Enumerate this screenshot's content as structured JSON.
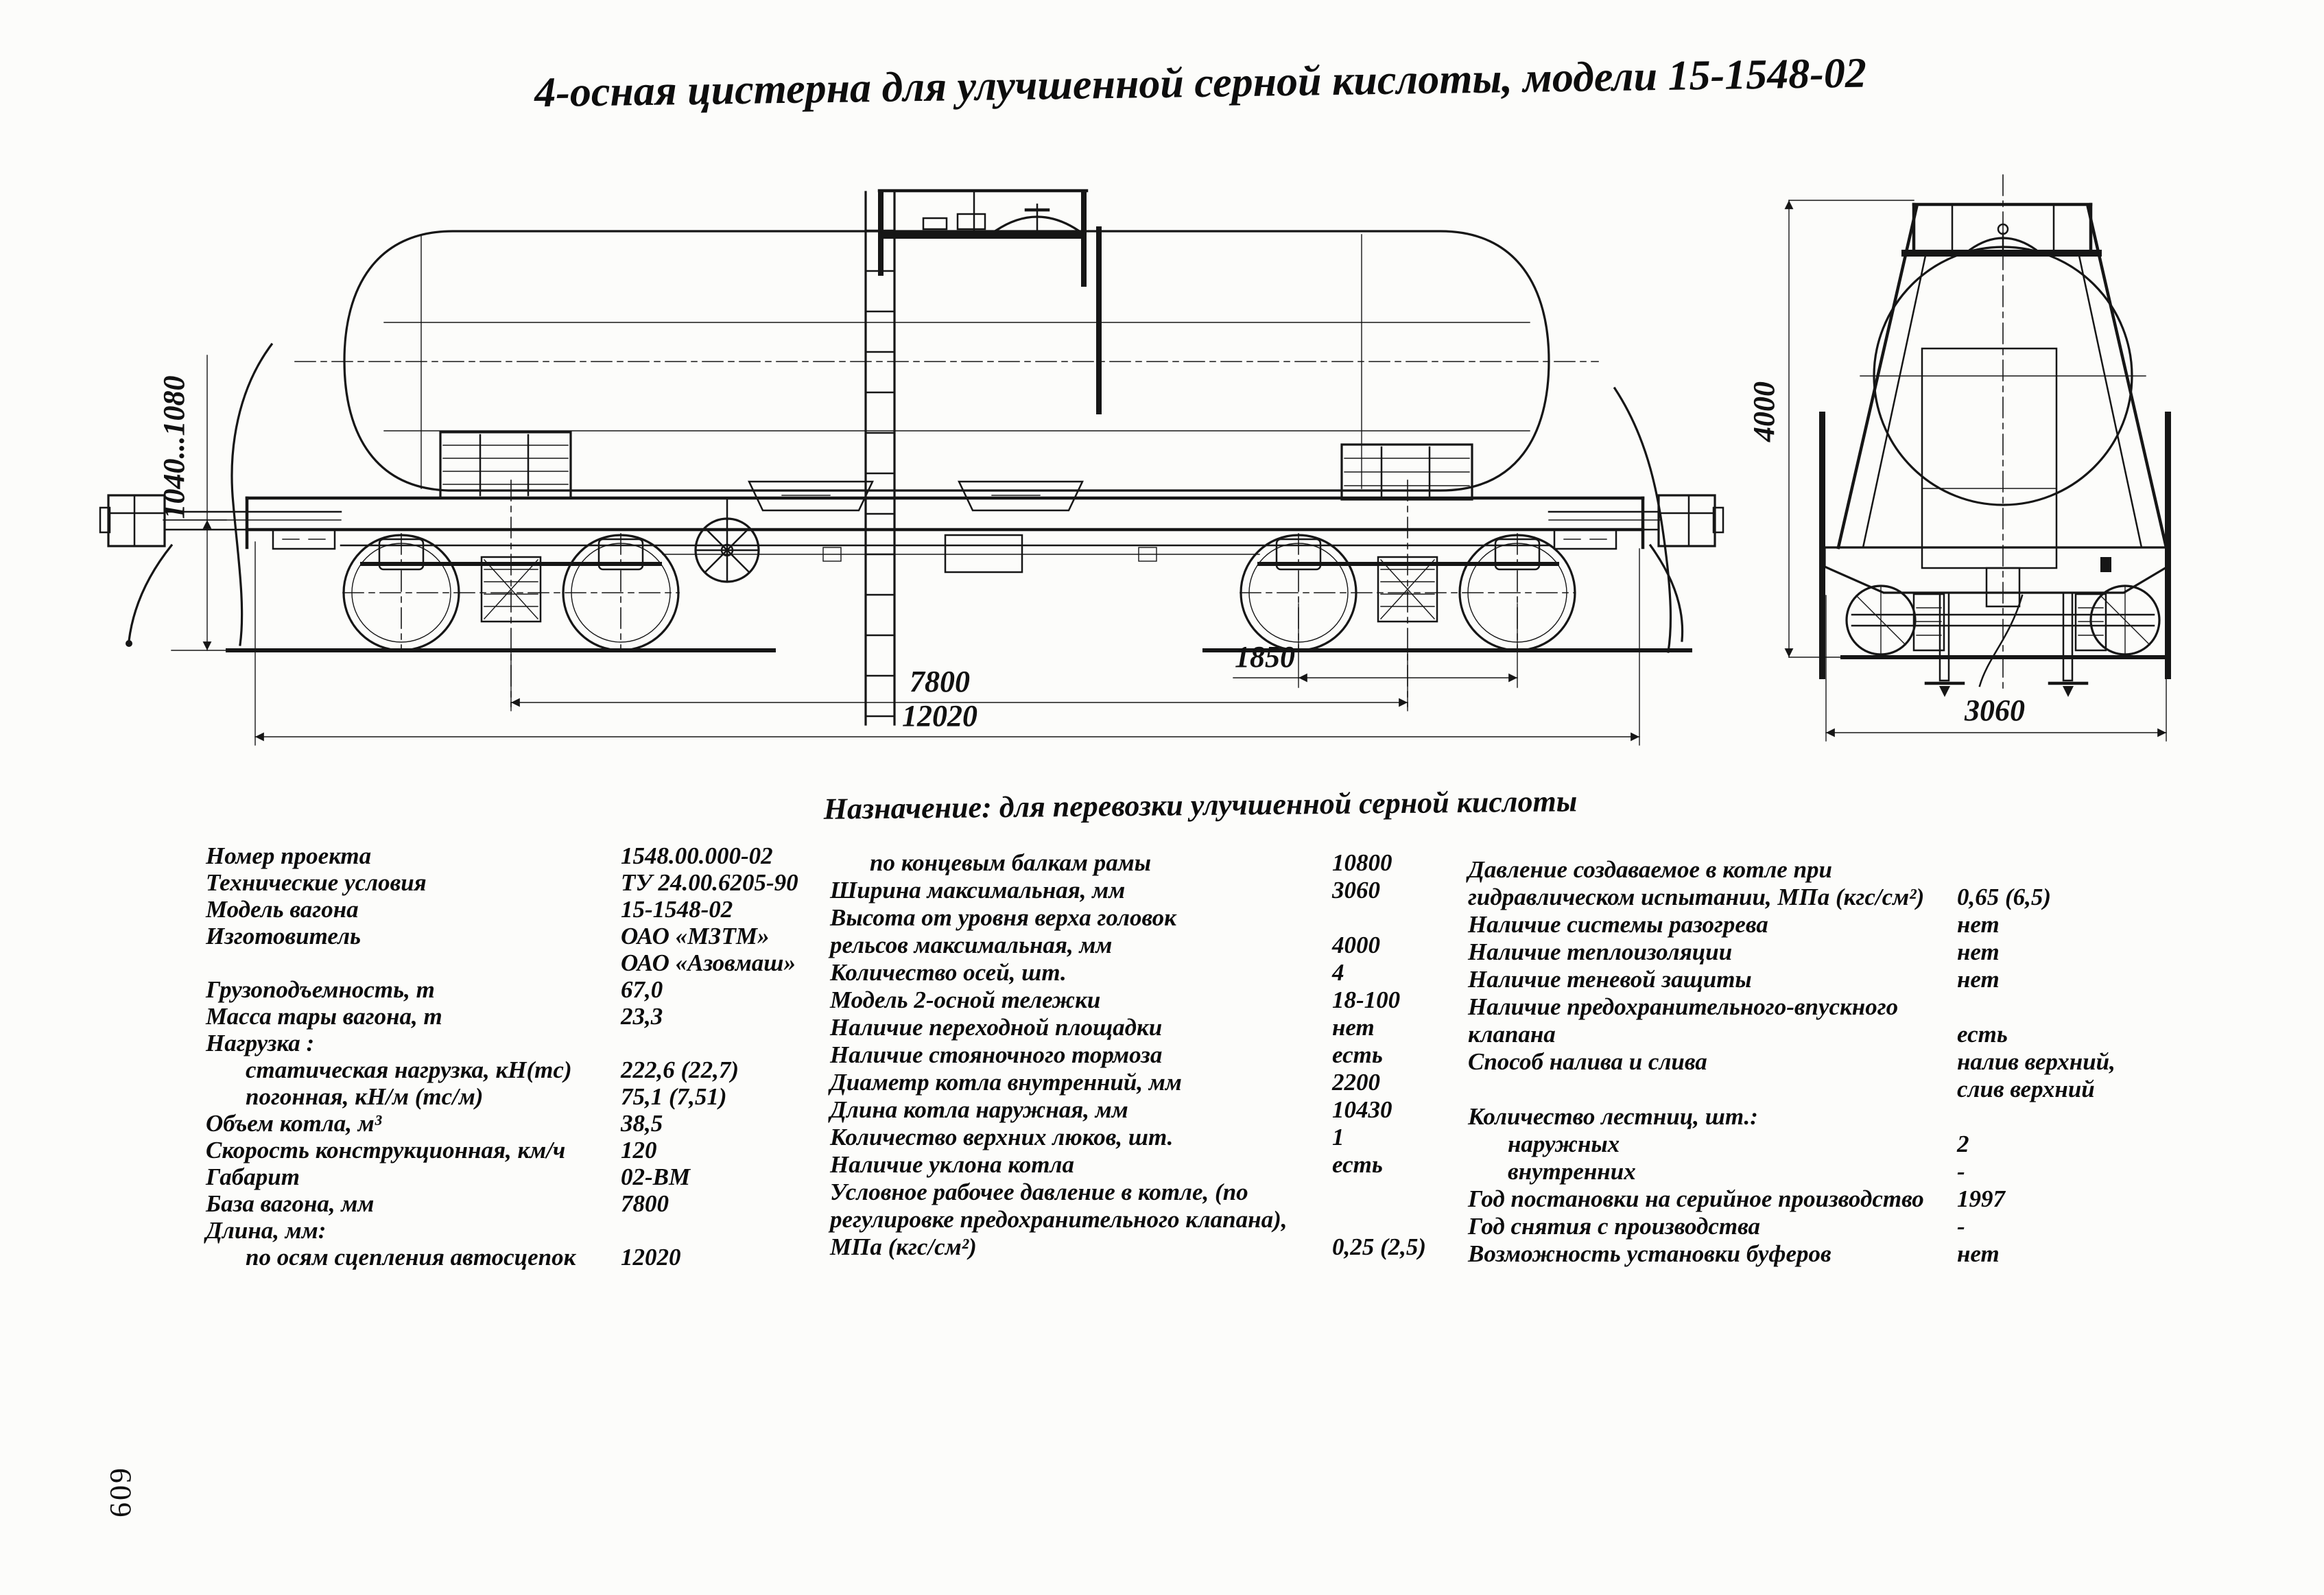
{
  "header": {
    "title": "4-осная цистерна для улучшенной серной кислоты, модели 15-1548-02"
  },
  "purpose": "Назначение: для перевозки улучшенной серной кислоты",
  "page_number": "609",
  "dimensions": {
    "coupler_height": "1040...1080",
    "bogie_wheelbase": "1850",
    "wagon_base": "7800",
    "length_over_coupling_axes": "12020",
    "max_height": "4000",
    "max_width": "3060"
  },
  "specs": {
    "col1": [
      {
        "label": "Номер проекта",
        "value": "1548.00.000-02"
      },
      {
        "label": "Технические условия",
        "value": "ТУ 24.00.6205-90"
      },
      {
        "label": "Модель вагона",
        "value": "15-1548-02"
      },
      {
        "label": "Изготовитель",
        "value": "ОАО «МЗТМ»"
      },
      {
        "label": "",
        "value": "ОАО «Азовмаш»"
      },
      {
        "label": "Грузоподъемность, т",
        "value": "67,0"
      },
      {
        "label": "Масса тары вагона, т",
        "value": "23,3"
      },
      {
        "label": "Нагрузка :",
        "value": ""
      },
      {
        "label": "статическая нагрузка, кН(тс)",
        "value": "222,6 (22,7)",
        "indent": true
      },
      {
        "label": "погонная, кН/м (тс/м)",
        "value": "75,1 (7,51)",
        "indent": true
      },
      {
        "label": "Объем котла, м³",
        "value": "38,5"
      },
      {
        "label": "Скорость конструкционная, км/ч",
        "value": "120"
      },
      {
        "label": "Габарит",
        "value": "02-ВМ"
      },
      {
        "label": "База вагона, мм",
        "value": "7800"
      },
      {
        "label": "Длина, мм:",
        "value": ""
      },
      {
        "label": "по осям сцепления автосцепок",
        "value": "12020",
        "indent": true
      }
    ],
    "col2": [
      {
        "label": "по концевым балкам рамы",
        "value": "10800",
        "indent": true
      },
      {
        "label": "Ширина максимальная, мм",
        "value": "3060"
      },
      {
        "label": "Высота от уровня верха головок",
        "value": ""
      },
      {
        "label": "рельсов максимальная, мм",
        "value": "4000"
      },
      {
        "label": "Количество осей, шт.",
        "value": "4"
      },
      {
        "label": "Модель 2-осной тележки",
        "value": "18-100"
      },
      {
        "label": "Наличие переходной площадки",
        "value": "нет"
      },
      {
        "label": "Наличие стояночного тормоза",
        "value": "есть"
      },
      {
        "label": "Диаметр котла внутренний, мм",
        "value": "2200"
      },
      {
        "label": "Длина котла наружная, мм",
        "value": "10430"
      },
      {
        "label": "Количество верхних люков, шт.",
        "value": "1"
      },
      {
        "label": "Наличие уклона котла",
        "value": "есть"
      },
      {
        "label": "Условное рабочее давление в котле, (по",
        "value": ""
      },
      {
        "label": "регулировке предохранительного клапана),",
        "value": ""
      },
      {
        "label": "МПа (кгс/см²)",
        "value": "0,25 (2,5)"
      }
    ],
    "col3": [
      {
        "label": "Давление создаваемое в котле при",
        "value": ""
      },
      {
        "label": "гидравлическом испытании, МПа (кгс/см²)",
        "value": "0,65 (6,5)"
      },
      {
        "label": "Наличие системы разогрева",
        "value": "нет"
      },
      {
        "label": "Наличие теплоизоляции",
        "value": "нет"
      },
      {
        "label": "Наличие теневой защиты",
        "value": "нет"
      },
      {
        "label": "Наличие предохранительного-впускного",
        "value": ""
      },
      {
        "label": "клапана",
        "value": "есть"
      },
      {
        "label": "Способ налива и слива",
        "value": "налив верхний,"
      },
      {
        "label": "",
        "value": "слив верхний"
      },
      {
        "label": "Количество лестниц, шт.:",
        "value": ""
      },
      {
        "label": "наружных",
        "value": "2",
        "indent": true
      },
      {
        "label": "внутренних",
        "value": "-",
        "indent": true
      },
      {
        "label": "Год постановки на серийное производство",
        "value": "1997"
      },
      {
        "label": "Год снятия с производства",
        "value": "-"
      },
      {
        "label": "Возможность установки буферов",
        "value": "нет"
      }
    ]
  }
}
